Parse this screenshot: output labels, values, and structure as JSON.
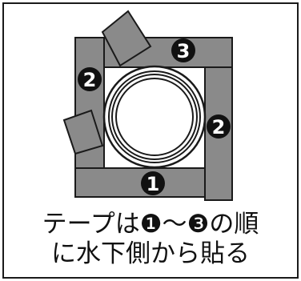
{
  "colors": {
    "tape": "#8a8a8a",
    "outline": "#1a1a1a",
    "badge": "#111111",
    "badge_text": "#ffffff",
    "pipe_ring": "#ffffff",
    "background": "#ffffff"
  },
  "badges": {
    "tape_1": "1",
    "tape_2_left": "2",
    "tape_2_right": "2",
    "tape_3": "3"
  },
  "caption": {
    "line1": "テープは❶〜❸の順",
    "line2": "に水下側から貼る"
  }
}
